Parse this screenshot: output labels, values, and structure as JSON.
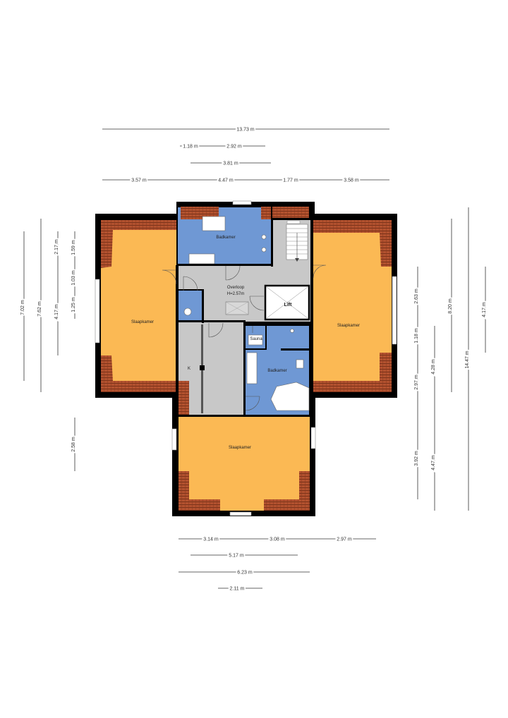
{
  "rooms": {
    "bathroom_top": "Badkamer",
    "landing_line1": "Overloop",
    "landing_line2": "H=2.57m",
    "lift": "Lift",
    "bedroom_left": "Slaapkamer",
    "bedroom_right": "Slaapkamer",
    "sauna": "Sauna",
    "bathroom_mid": "Badkamer",
    "closet": "K",
    "bedroom_bottom": "Slaapkamer"
  },
  "colors": {
    "bedroom": "#fbb954",
    "bathroom": "#6f98d4",
    "circulation": "#c8c8c8",
    "roof": "#b3522f",
    "wall": "#000000"
  },
  "dimensions": {
    "top_overall": "13.73 m",
    "top_a": "1.18 m",
    "top_b": "2.92 m",
    "top_c": "3.81 m",
    "top_d": "3.57 m",
    "top_e": "4.47 m",
    "top_f": "1.77 m",
    "top_g": "3.58 m",
    "left_a": "7.02 m",
    "left_b": "7.62 m",
    "left_c": "2.17 m",
    "left_d": "4.17 m",
    "left_e": "1.59 m",
    "left_f": "1.03 m",
    "left_g": "1.25 m",
    "left_h": "2.58 m",
    "right_a": "2.63 m",
    "right_b": "1.18 m",
    "right_c": "2.97 m",
    "right_d": "3.92 m",
    "right_e": "4.28 m",
    "right_f": "4.47 m",
    "right_g": "8.20 m",
    "right_h": "14.47 m",
    "right_i": "4.17 m",
    "bottom_a": "3.14 m",
    "bottom_b": "3.08 m",
    "bottom_c": "2.97 m",
    "bottom_d": "5.17 m",
    "bottom_e": "6.23 m",
    "bottom_f": "2.11 m"
  }
}
